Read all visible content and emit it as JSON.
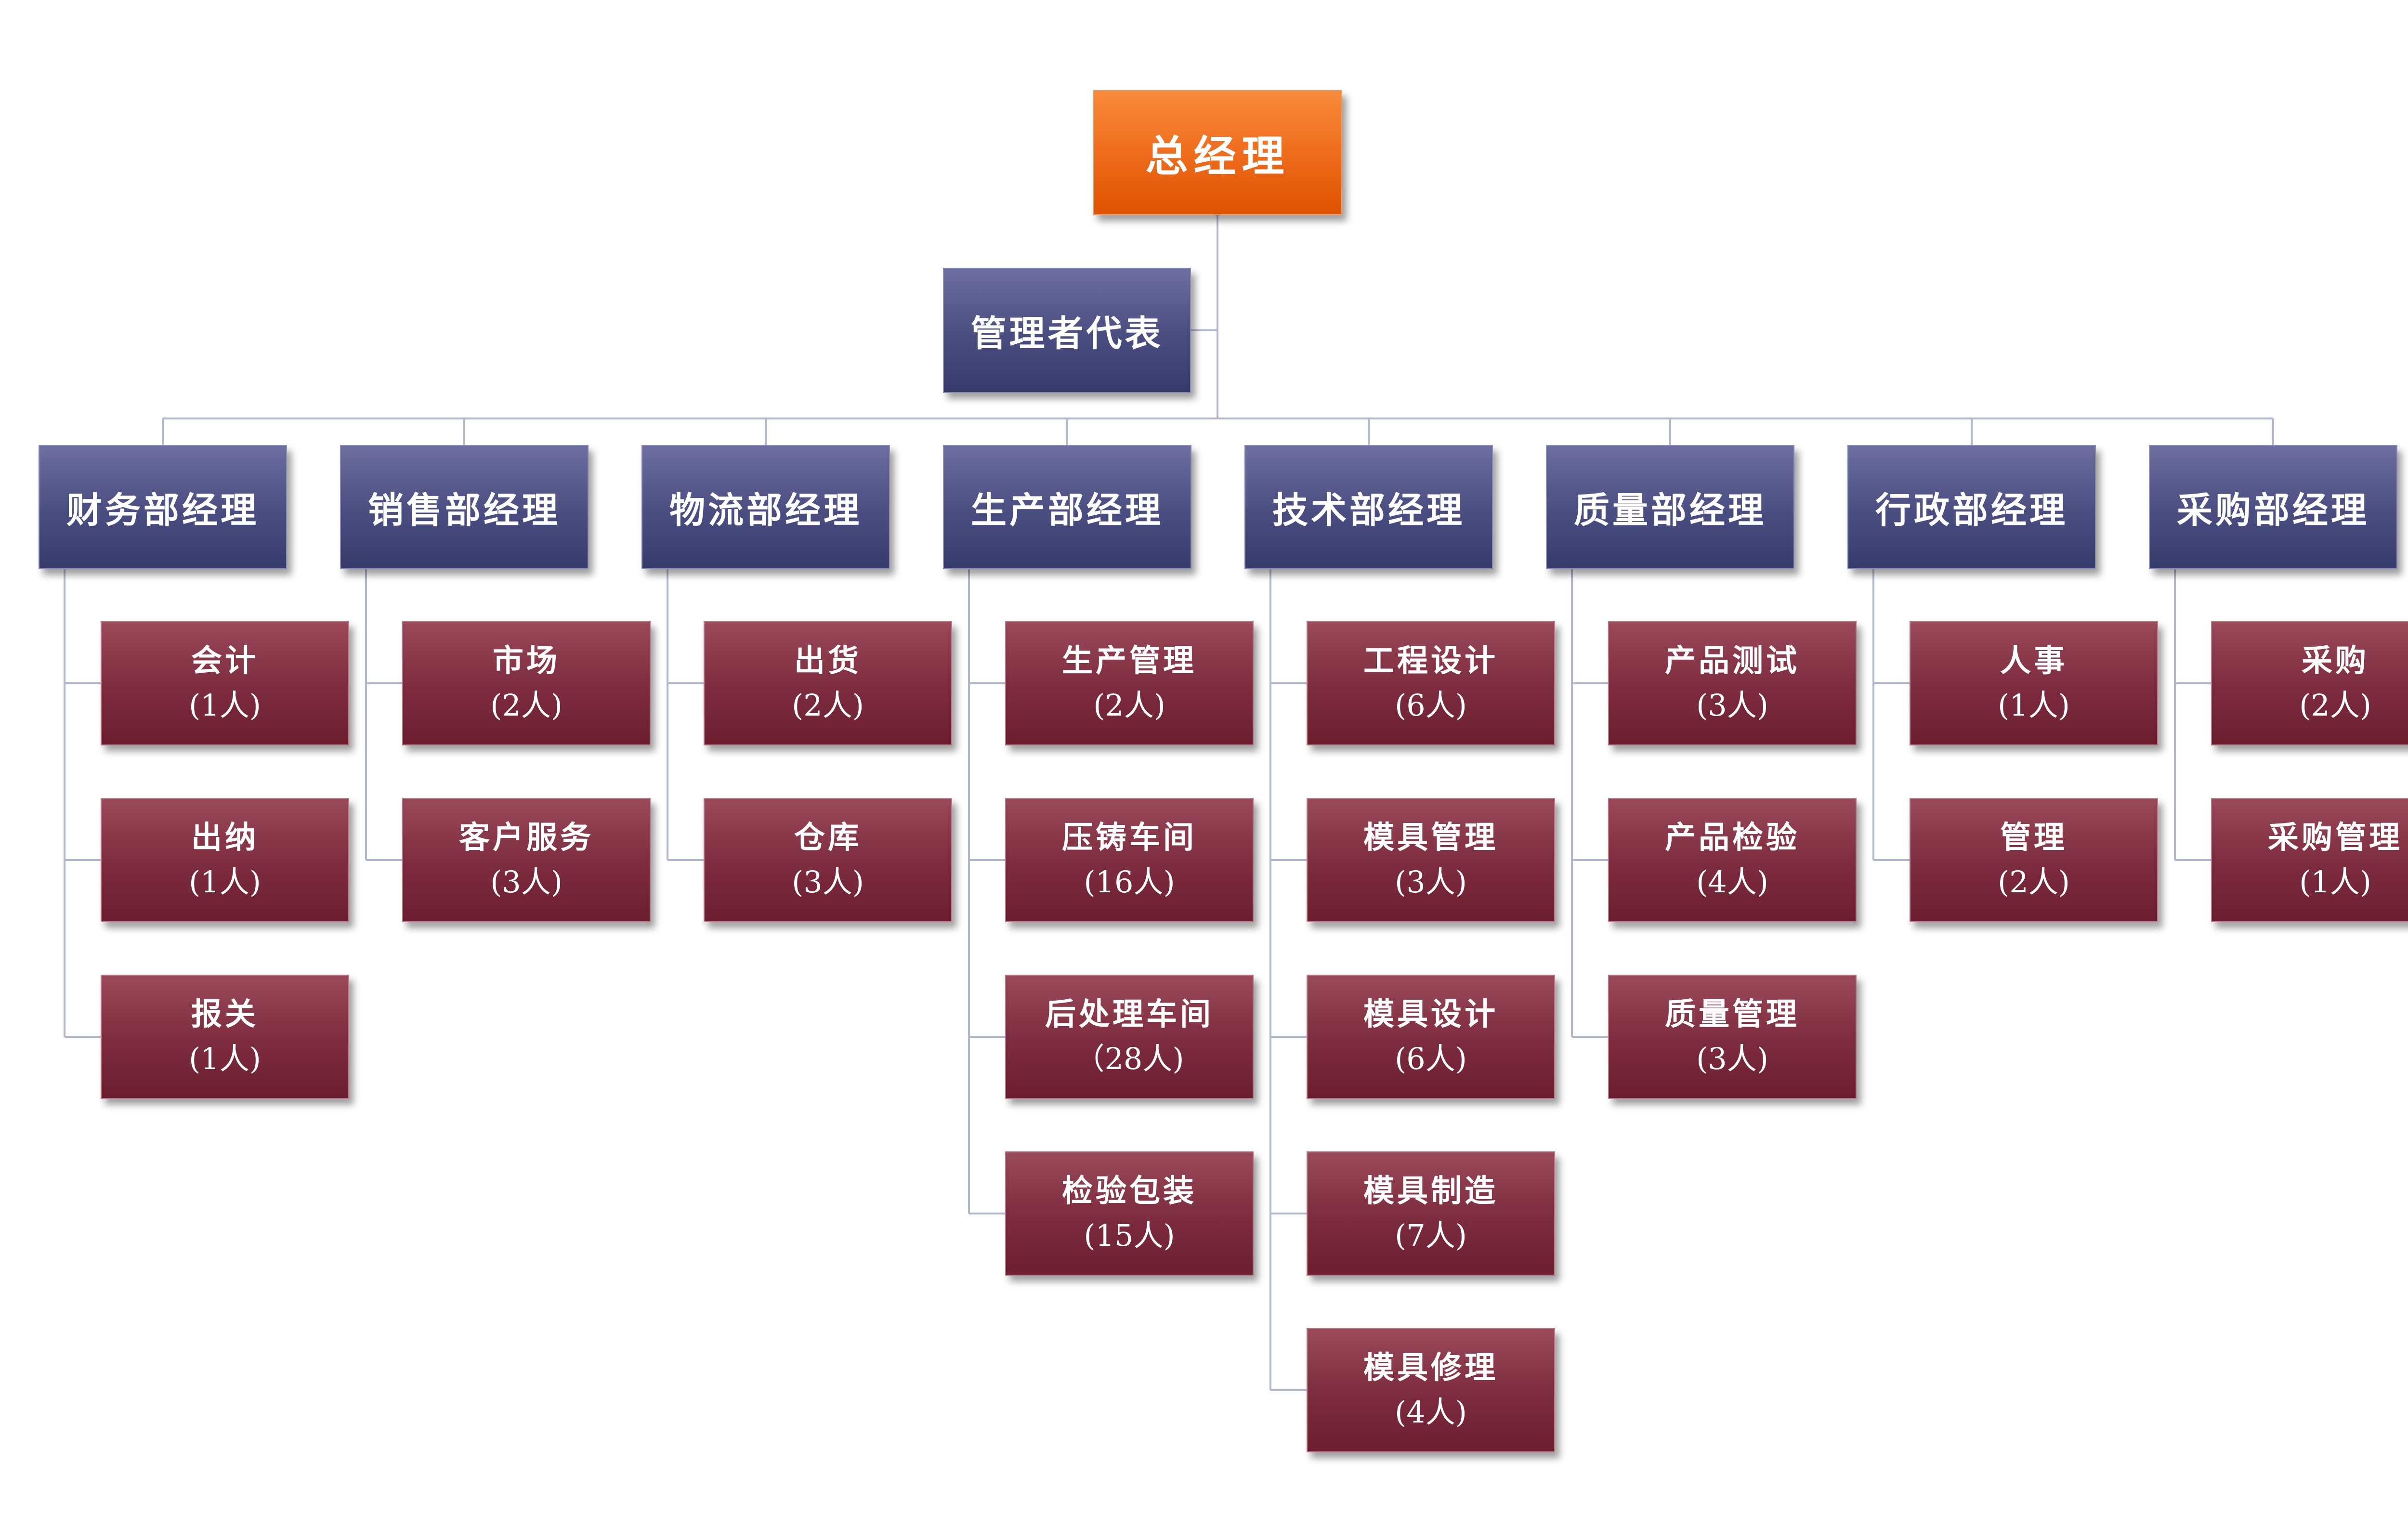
{
  "ceo": "总经理",
  "representative": "管理者代表",
  "departments": [
    {
      "manager": "财务部经理",
      "units": [
        {
          "name": "会计",
          "count": "(1人)"
        },
        {
          "name": "出纳",
          "count": "(1人)"
        },
        {
          "name": "报关",
          "count": "(1人)"
        }
      ]
    },
    {
      "manager": "销售部经理",
      "units": [
        {
          "name": "市场",
          "count": "(2人)"
        },
        {
          "name": "客户服务",
          "count": "(3人)"
        }
      ]
    },
    {
      "manager": "物流部经理",
      "units": [
        {
          "name": "出货",
          "count": "(2人)"
        },
        {
          "name": "仓库",
          "count": "(3人)"
        }
      ]
    },
    {
      "manager": "生产部经理",
      "units": [
        {
          "name": "生产管理",
          "count": "(2人)"
        },
        {
          "name": "压铸车间",
          "count": "(16人)"
        },
        {
          "name": "后处理车间",
          "count": "（28人)"
        },
        {
          "name": "检验包装",
          "count": "(15人)"
        }
      ]
    },
    {
      "manager": "技术部经理",
      "units": [
        {
          "name": "工程设计",
          "count": "(6人)"
        },
        {
          "name": "模具管理",
          "count": "(3人)"
        },
        {
          "name": "模具设计",
          "count": "(6人)"
        },
        {
          "name": "模具制造",
          "count": "(7人)"
        },
        {
          "name": "模具修理",
          "count": "(4人)"
        }
      ]
    },
    {
      "manager": "质量部经理",
      "units": [
        {
          "name": "产品测试",
          "count": "(3人)"
        },
        {
          "name": "产品检验",
          "count": "(4人)"
        },
        {
          "name": "质量管理",
          "count": "(3人)"
        }
      ]
    },
    {
      "manager": "行政部经理",
      "units": [
        {
          "name": "人事",
          "count": "(1人)"
        },
        {
          "name": "管理",
          "count": "(2人)"
        }
      ]
    },
    {
      "manager": "采购部经理",
      "units": [
        {
          "name": "采购",
          "count": "(2人)"
        },
        {
          "name": "采购管理",
          "count": "(1人)"
        }
      ]
    }
  ]
}
